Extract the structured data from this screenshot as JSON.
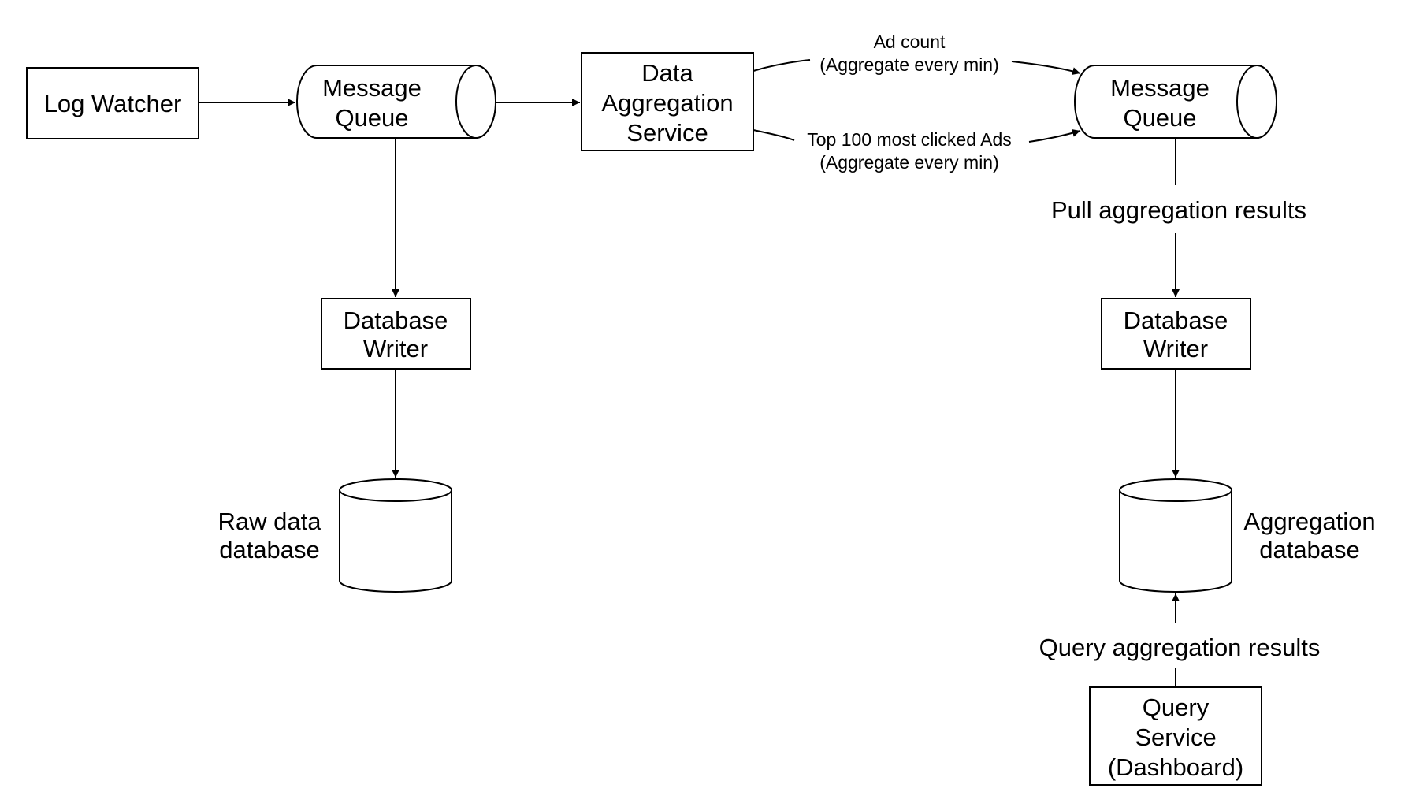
{
  "nodes": {
    "log_watcher": {
      "lines": [
        "Log Watcher"
      ]
    },
    "message_queue_1": {
      "lines": [
        "Message",
        "Queue"
      ]
    },
    "data_aggregation_service": {
      "lines": [
        "Data",
        "Aggregation",
        "Service"
      ]
    },
    "message_queue_2": {
      "lines": [
        "Message",
        "Queue"
      ]
    },
    "database_writer_1": {
      "lines": [
        "Database",
        "Writer"
      ]
    },
    "database_writer_2": {
      "lines": [
        "Database",
        "Writer"
      ]
    },
    "raw_data_database": {
      "lines": [
        "Raw data",
        "database"
      ]
    },
    "aggregation_database": {
      "lines": [
        "Aggregation",
        "database"
      ]
    },
    "query_service": {
      "lines": [
        "Query",
        "Service",
        "(Dashboard)"
      ]
    }
  },
  "edges": {
    "ad_count": {
      "lines": [
        "Ad count",
        "(Aggregate every min)"
      ]
    },
    "top_100": {
      "lines": [
        "Top 100 most clicked Ads",
        "(Aggregate every min)"
      ]
    },
    "pull_results": {
      "text": "Pull aggregation results"
    },
    "query_results": {
      "text": "Query aggregation results"
    }
  }
}
